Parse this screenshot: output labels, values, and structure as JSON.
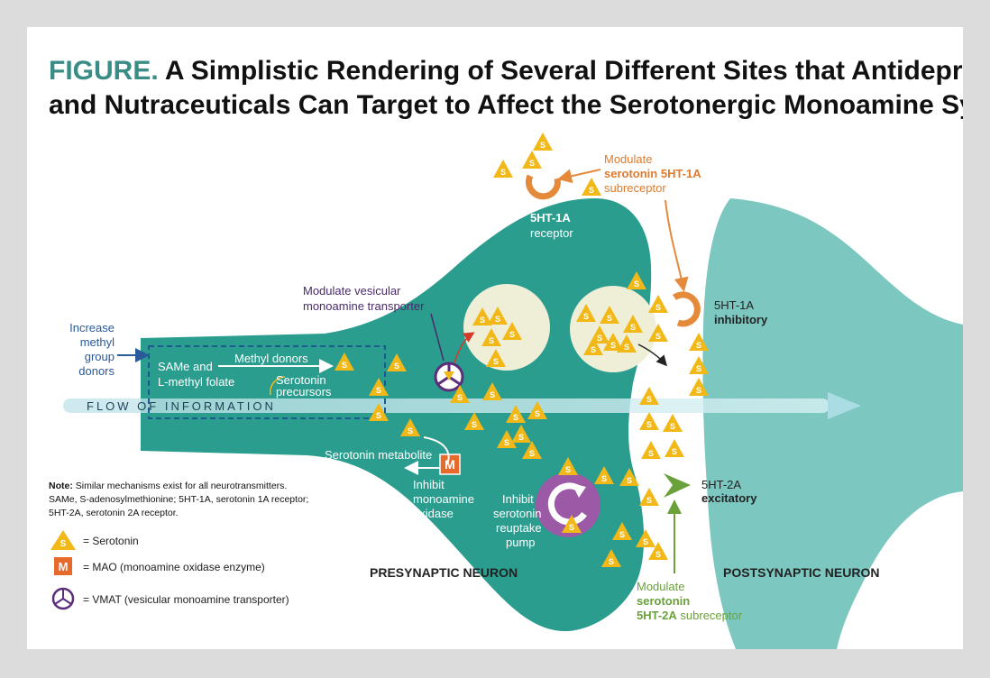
{
  "title": {
    "label": "FIGURE.",
    "line1": "A Simplistic Rendering of Several Different Sites that Antidepressant Drugs",
    "line2": "and Nutraceuticals Can Target to Affect the Serotonergic Monoamine System"
  },
  "flow_label": "FLOW OF INFORMATION",
  "presynaptic": {
    "label": "PRESYNAPTIC NEURON",
    "increase_methyl": [
      "Increase",
      "methyl",
      "group",
      "donors"
    ],
    "same_line1": "SAMe and",
    "same_line2": "L-methyl folate",
    "methyl_donors": "Methyl donors",
    "serotonin_precursors": [
      "Serotonin",
      "precursors"
    ],
    "serotonin_metabolite": "Serotonin metabolite",
    "inhibit_mao": [
      "Inhibit",
      "monoamine",
      "oxidase"
    ],
    "inhibit_reuptake": [
      "Inhibit",
      "serotonin",
      "reuptake",
      "pump"
    ],
    "modulate_vmat": [
      "Modulate vesicular",
      "monoamine transporter"
    ],
    "autoreceptor": [
      "5HT-1A",
      "receptor"
    ]
  },
  "top_callout": {
    "line1": "Modulate",
    "line2": "serotonin 5HT-1A",
    "line3": "subreceptor"
  },
  "postsynaptic": {
    "label": "POSTSYNAPTIC NEURON",
    "receptor_1a": [
      "5HT-1A",
      "inhibitory"
    ],
    "receptor_2a": [
      "5HT-2A",
      "excitatory"
    ]
  },
  "bottom_callout": {
    "line1": "Modulate",
    "line2": "serotonin",
    "line3_bold": "5HT-2A",
    "line3_rest": " subreceptor"
  },
  "note": {
    "bold": "Note:",
    "line1": " Similar mechanisms exist for all neurotransmitters.",
    "line2": "SAMe, S-adenosylmethionine; 5HT-1A, serotonin 1A receptor;",
    "line3": "5HT-2A, serotonin 2A receptor."
  },
  "legend": [
    {
      "icon": "serotonin-triangle-icon",
      "text": "= Serotonin"
    },
    {
      "icon": "mao-square-icon",
      "text": "= MAO (monoamine oxidase enzyme)"
    },
    {
      "icon": "vmat-circle-icon",
      "text": "= VMAT (vesicular monoamine transporter)"
    }
  ],
  "symbols": {
    "serotonin": "S",
    "mao": "M"
  },
  "colors": {
    "presynaptic_teal": "#2a9d8f",
    "postsynaptic_teal": "#7cc8c1",
    "serotonin_yellow": "#f2b818",
    "mao_orange": "#e66a2c",
    "receptor_orange": "#e58a3a",
    "reuptake_purple": "#9b59a6",
    "excitatory_green": "#6aa13a",
    "title_accent": "#3a8d86"
  }
}
